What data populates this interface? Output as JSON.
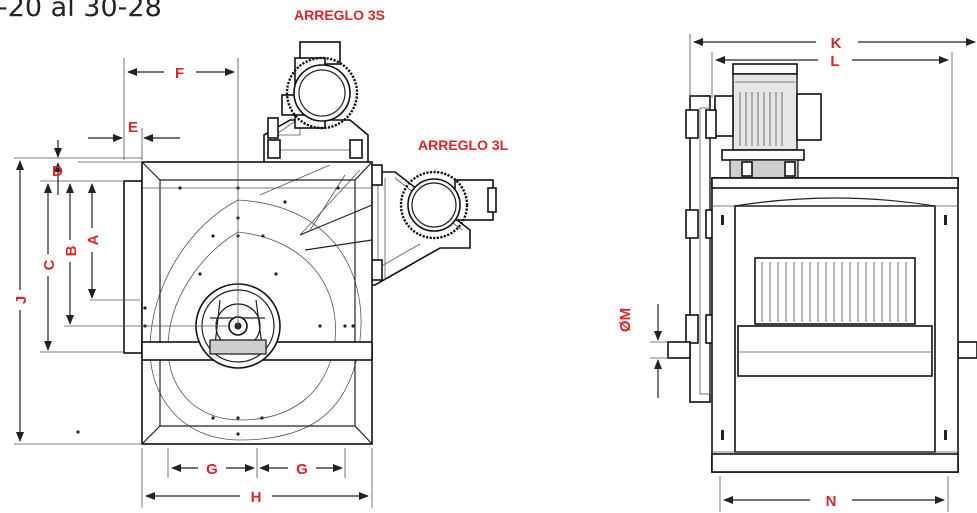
{
  "title": "-20 al 30-28",
  "labels": {
    "arrangement_3s": "ARREGLO 3S",
    "arrangement_3l": "ARREGLO 3L"
  },
  "dimensions": {
    "a": "A",
    "b": "B",
    "c": "C",
    "d": "D",
    "e": "E",
    "f": "F",
    "g1": "G",
    "g2": "G",
    "h": "H",
    "j": "J",
    "k": "K",
    "l": "L",
    "m": "ØM",
    "n": "N"
  },
  "colors": {
    "label": "#d8262a",
    "line": "#222222"
  }
}
